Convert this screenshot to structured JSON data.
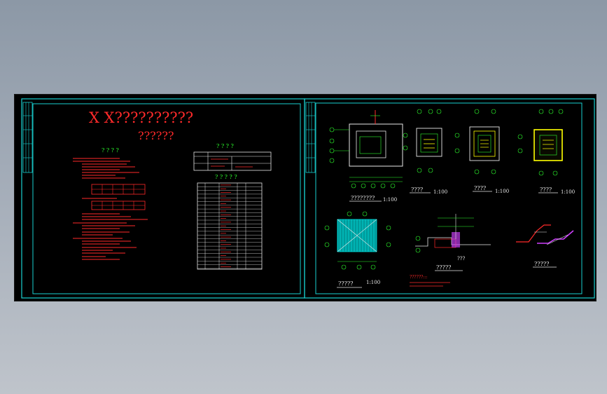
{
  "left_sheet": {
    "title_line1": "X  X??????????",
    "title_line2": "??????",
    "notes_heading": "? ? ? ?",
    "table1_heading": "? ? ? ?",
    "table2_heading": "? ? ? ? ?"
  },
  "right_sheet": {
    "labels": {
      "plan_main": "????????",
      "plan_main_scale": "1:100",
      "plan_2": "????",
      "plan_2_scale": "1:100",
      "plan_3": "????",
      "plan_3_scale": "1:100",
      "plan_4": "????",
      "plan_4_scale": "1:100",
      "roof_plan": "?????",
      "roof_plan_scale": "1:100",
      "section": "?????",
      "section_tag": "???",
      "section_note": "??????:::",
      "detail": "?????"
    }
  },
  "colors": {
    "model_bg": "#000000",
    "frame_cyan": "#19d0d0",
    "title_red": "#ff2a2a",
    "label_green": "#2dff2d",
    "line_white": "#e8e8e8",
    "hatch_cyan": "#00bfbf",
    "yellow_fill": "#ffff00",
    "magenta": "#d040ff"
  }
}
